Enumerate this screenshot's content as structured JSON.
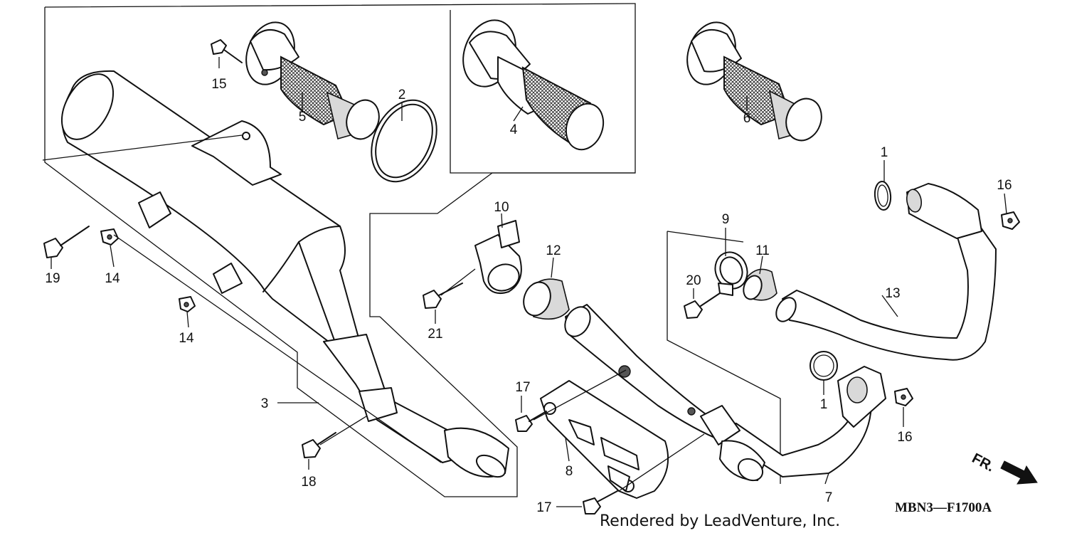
{
  "callouts": {
    "p1a": "1",
    "p1b": "1",
    "p2": "2",
    "p3": "3",
    "p4": "4",
    "p5": "5",
    "p6": "6",
    "p7": "7",
    "p8": "8",
    "p9": "9",
    "p10": "10",
    "p11": "11",
    "p12": "12",
    "p13": "13",
    "p14a": "14",
    "p14b": "14",
    "p15": "15",
    "p16a": "16",
    "p16b": "16",
    "p17a": "17",
    "p17b": "17",
    "p18": "18",
    "p19": "19",
    "p20": "20",
    "p21": "21"
  },
  "footer": {
    "credit": "Rendered by LeadVenture, Inc.",
    "drawing_code": "MBN3—F1700A"
  },
  "direction": {
    "label": "FR."
  }
}
